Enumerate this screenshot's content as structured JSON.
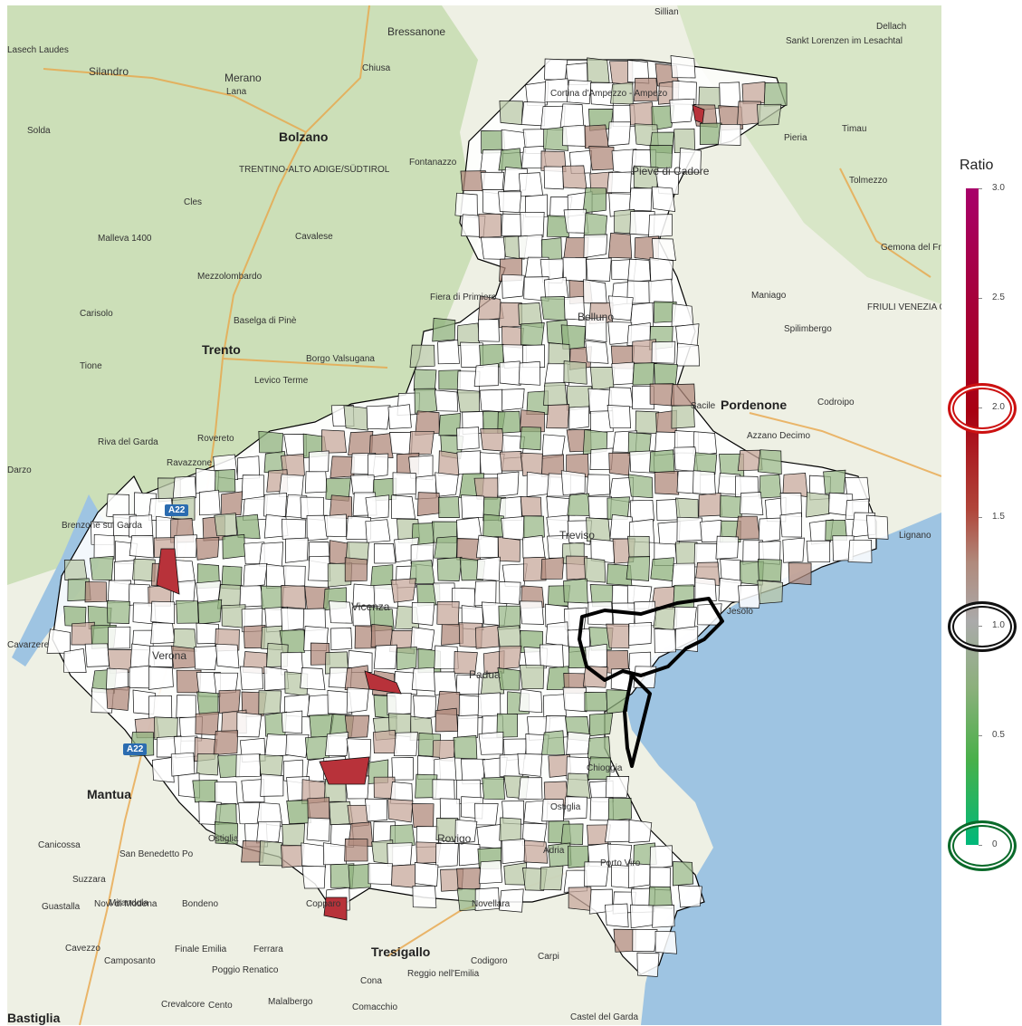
{
  "legend": {
    "title": "Ratio",
    "ticks": [
      "3.0",
      "2.5",
      "2.0",
      "1.5",
      "1.0",
      "0.5",
      "0"
    ],
    "highlights": [
      {
        "tick": "2.0",
        "color": "#cc1111"
      },
      {
        "tick": "1.0",
        "color": "#111111"
      },
      {
        "tick": "0",
        "color": "#0a6a2a"
      }
    ]
  },
  "map": {
    "roads": [
      "A22",
      "A22"
    ],
    "places": [
      "Bressanone",
      "Sillian",
      "Sankt Lorenzen im Lesachtal",
      "Dellach",
      "Lasech Laudes",
      "Silandro",
      "Merano",
      "Lana",
      "Chiusa",
      "Bolzano",
      "Cortina d'Ampezzo - Ampezo",
      "Timau",
      "Solda",
      "Fontanazzo",
      "Pieve di Cadore",
      "Pieria",
      "TRENTINO-ALTO ADIGE/SÜDTIROL",
      "Tolmezzo",
      "Cles",
      "Cavalese",
      "Gemona del Friuli",
      "Malleva 1400",
      "Mezzolombardo",
      "Fiera di Primiero",
      "Belluno",
      "Maniago",
      "Carisolo",
      "Baselga di Pinè",
      "Spilimbergo",
      "FRIULI VENEZIA GIULIA",
      "Trento",
      "Borgo Valsugana",
      "Tione",
      "Levico Terme",
      "Sacile",
      "Pordenone",
      "Codroipo",
      "Riva del Garda",
      "Rovereto",
      "Azzano Decimo",
      "Ravazzone",
      "Darzo",
      "Brenzone sul Garda",
      "Treviso",
      "Lignano",
      "Vicenza",
      "Jesolo",
      "Verona",
      "Padua",
      "Chioggia",
      "Mantua",
      "Ostiglia",
      "Rovigo",
      "Adria",
      "Porto Viro",
      "Canicossa",
      "San Benedetto Po",
      "Suzzara",
      "Guastalla",
      "Novi di Modena",
      "Mirandola",
      "Bondeno",
      "Copparo",
      "Novellara",
      "Cavezzo",
      "Finale Emilia",
      "Ferrara",
      "Tresigallo",
      "Codigoro",
      "Carpi",
      "Camposanto",
      "Poggio Renatico",
      "Cona",
      "Reggio nell'Emilia",
      "Bastiglia",
      "Crevalcore",
      "Cento",
      "Malalbergo",
      "Comacchio",
      "Castel del Garda",
      "Cavarzere",
      "Ostiglia"
    ]
  },
  "colors": {
    "ratio_0": "#00b87a",
    "ratio_0_5": "#49b04a",
    "ratio_1_0": "#aaaaaa",
    "ratio_1_5": "#b08a7c",
    "ratio_2_0": "#a80012",
    "ratio_3_0": "#a8006a",
    "sea": "#9ec4e2",
    "region_fill": "#ffffff"
  }
}
